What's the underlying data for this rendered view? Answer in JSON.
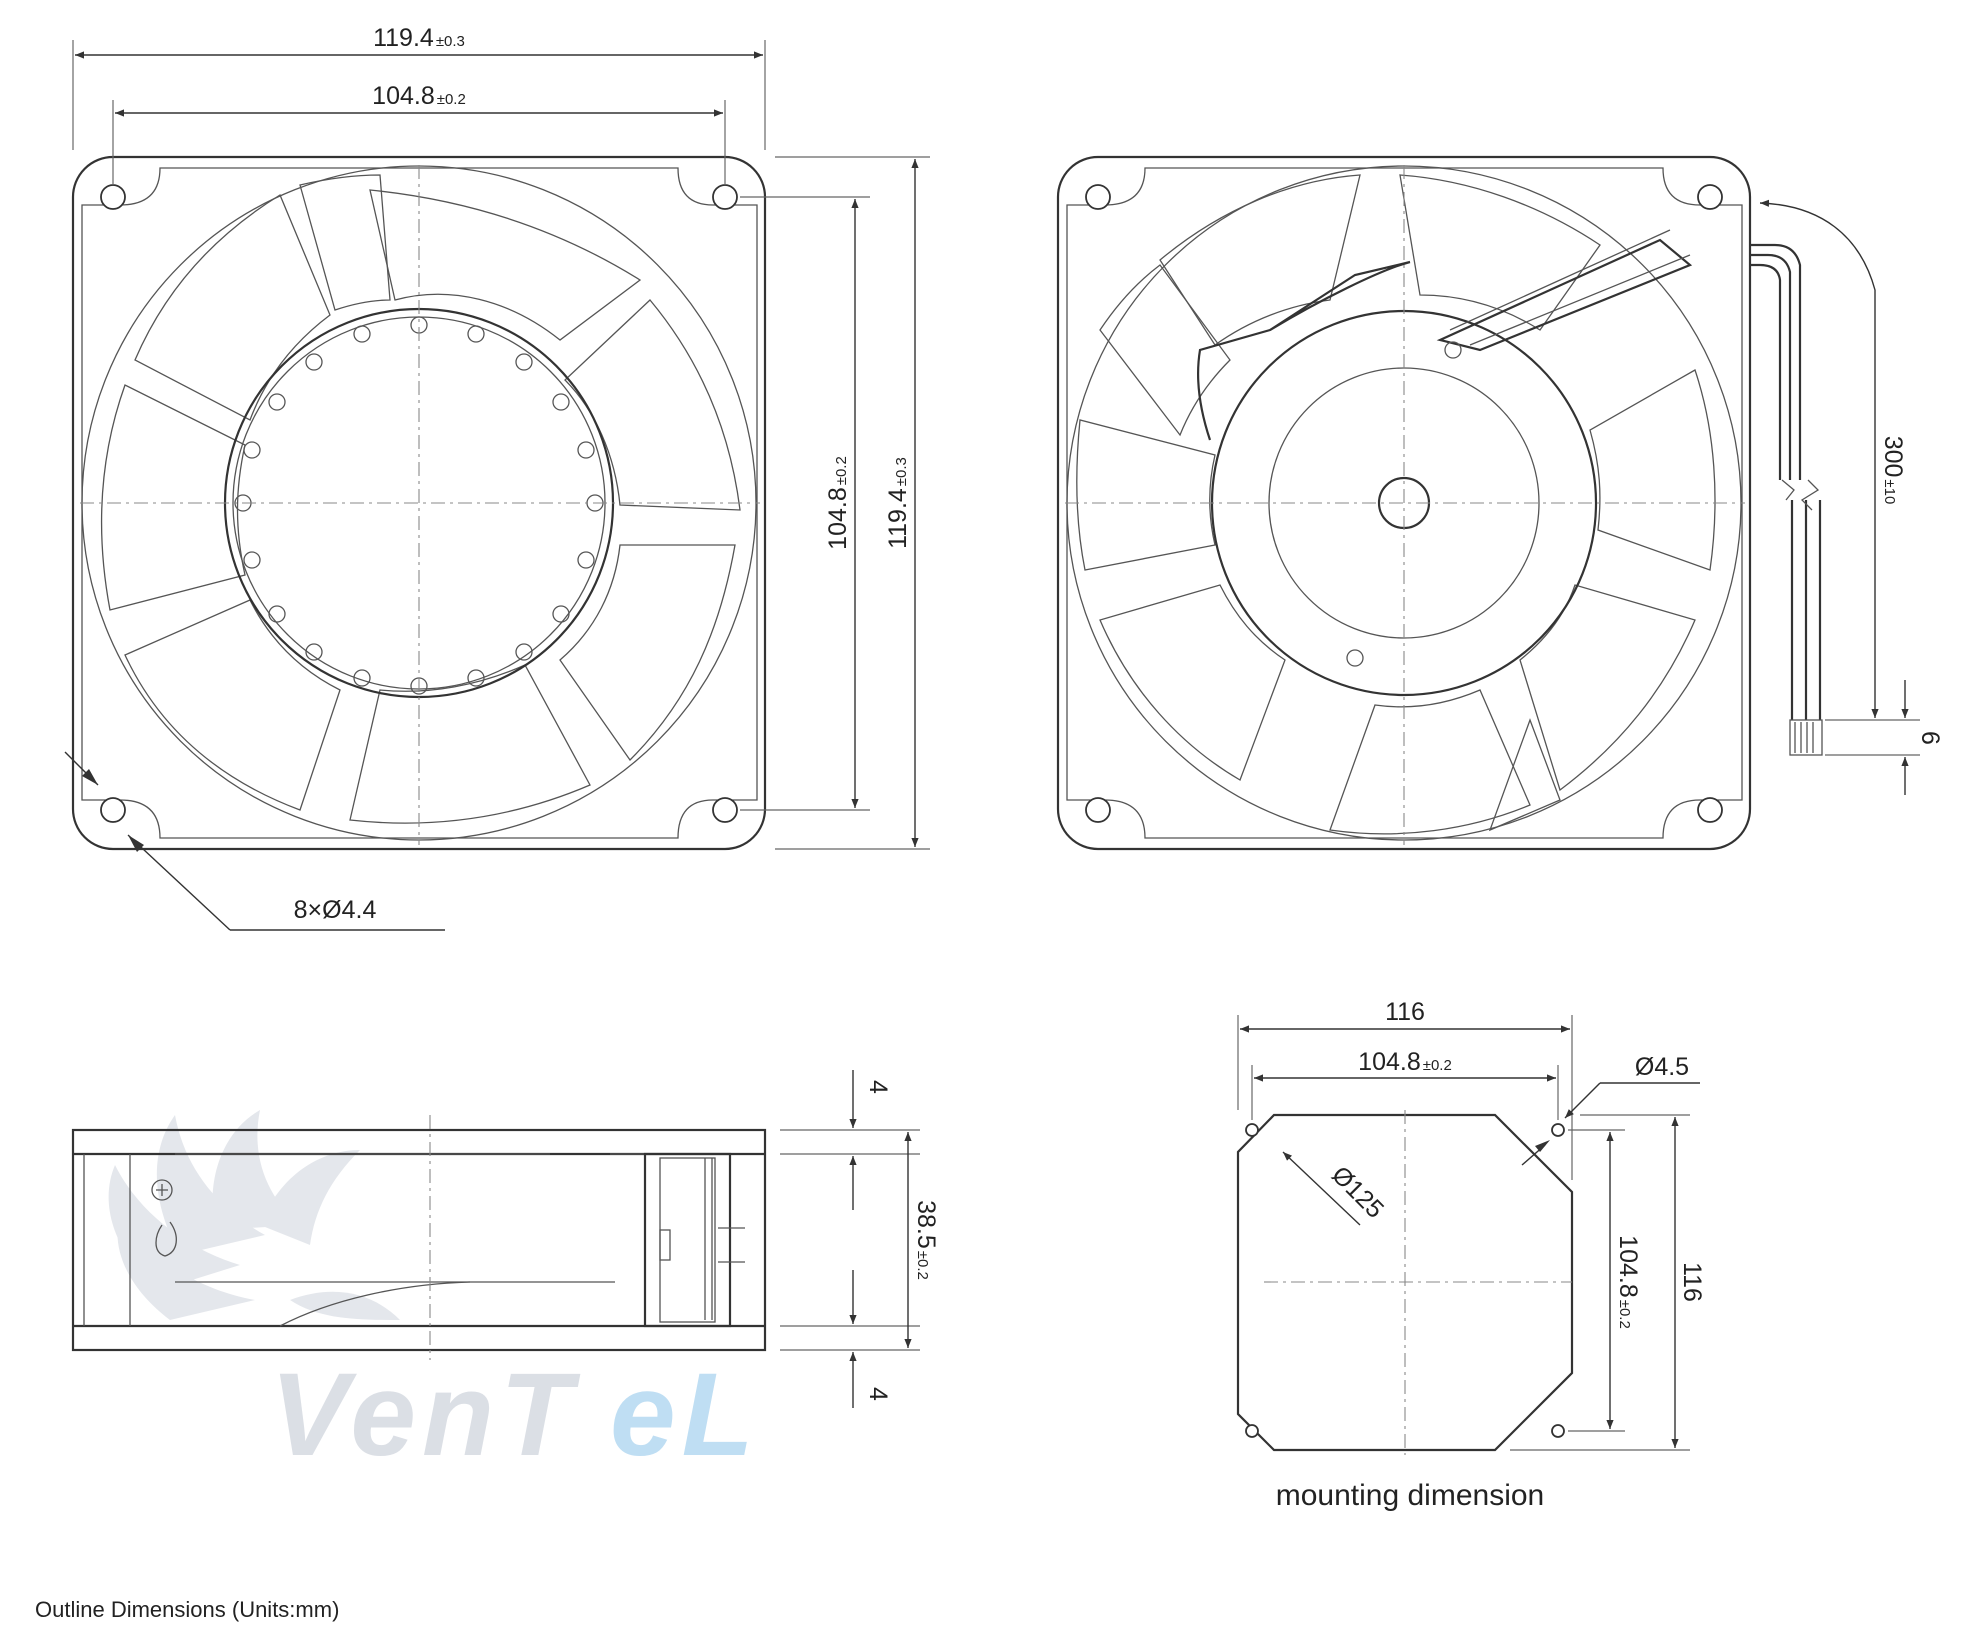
{
  "front_view": {
    "width_label": "119.4",
    "width_tol": "±0.3",
    "hole_pitch_label": "104.8",
    "hole_pitch_tol": "±0.2",
    "height_pitch_label": "104.8",
    "height_pitch_tol": "±0.2",
    "height_label": "119.4",
    "height_tol": "±0.3",
    "holes_label": "8×Ø4.4"
  },
  "rear_view": {
    "lead_length_label": "300",
    "lead_length_tol": "±10",
    "strip_label": "6"
  },
  "side_view": {
    "top_flange_label": "4",
    "depth_label": "38.5",
    "depth_tol": "±0.2",
    "bottom_flange_label": "4"
  },
  "mounting": {
    "outer_width_label": "116",
    "pitch_width_label": "104.8",
    "pitch_width_tol": "±0.2",
    "hole_dia_label": "Ø4.5",
    "cutout_dia_label": "Ø125",
    "pitch_height_label": "104.8",
    "pitch_height_tol": "±0.2",
    "outer_height_label": "116",
    "caption": "mounting dimension"
  },
  "watermark": "Ventel",
  "footer": "Outline Dimensions (Units:mm)",
  "colors": {
    "line": "#333333",
    "watermark": "#d8dce3",
    "watermark_accent": "#b9dbf2"
  }
}
